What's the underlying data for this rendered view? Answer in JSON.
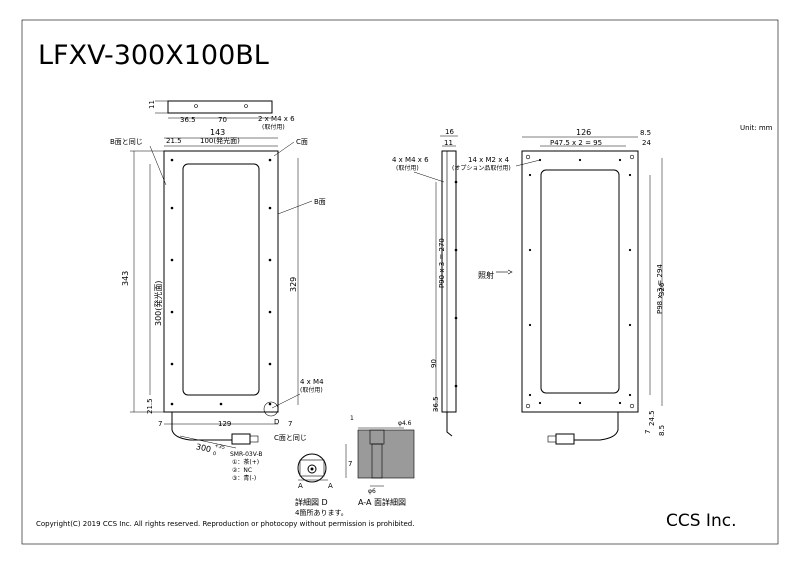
{
  "title": "LFXV-300X100BL",
  "unit": "Unit: mm",
  "company": "CCS Inc.",
  "copyright": "Copyright(C) 2019 CCS Inc. All rights reserved. Reproduction or photocopy without permission is prohibited.",
  "front": {
    "top_dim_11": "11",
    "top_dim_365": "36.5",
    "top_dim_70": "70",
    "top_m4": "2 x M4 x 6",
    "top_m4_use": "(取付用)",
    "width_143": "143",
    "left_215": "21.5",
    "window_100": "100(発光面)",
    "b_same": "B面と同じ",
    "c_face": "C面",
    "b_face": "B面",
    "h_343": "343",
    "h_300": "300(発光面)",
    "h_329": "329",
    "bot_215": "21.5",
    "m4_4": "4 x M4",
    "m4_4_use": "(取付用)",
    "bot_7": "7",
    "bot_129": "129",
    "bot_7r": "7",
    "d_label": "D",
    "c_same": "C面と同じ",
    "cable_len": "300",
    "cable_tol": "+35",
    "cable_tol2": "0",
    "conn": "SMR-03V-B",
    "pin1": "①：茶(+)",
    "pin2": "②：NC",
    "pin3": "③：青(-)"
  },
  "side": {
    "w_16": "16",
    "w_11": "11",
    "m4x6": "4 x M4 x 6",
    "m4x6_use": "(取付用)",
    "p90": "P90 x 3 = 270",
    "d90": "90",
    "d365": "36.5"
  },
  "back": {
    "w_126": "126",
    "w_85": "8.5",
    "p475": "P47.5 x 2 = 95",
    "w_24": "24",
    "m2": "14 x M2 x 4",
    "m2_use": "(オプション品取付用)",
    "irradiate": "照射",
    "p98": "P98 x 3 = 294",
    "h_326": "326",
    "b_245": "24.5",
    "b_85": "8.5",
    "b_7": "7"
  },
  "detail": {
    "d1": "1",
    "d46": "φ4.6",
    "d7": "7",
    "d6": "φ6",
    "aa_a1": "A",
    "aa_a2": "A",
    "detail_d": "詳細図 D",
    "four_places": "4箇所あります。",
    "aa_title": "A-A 面詳細図"
  }
}
